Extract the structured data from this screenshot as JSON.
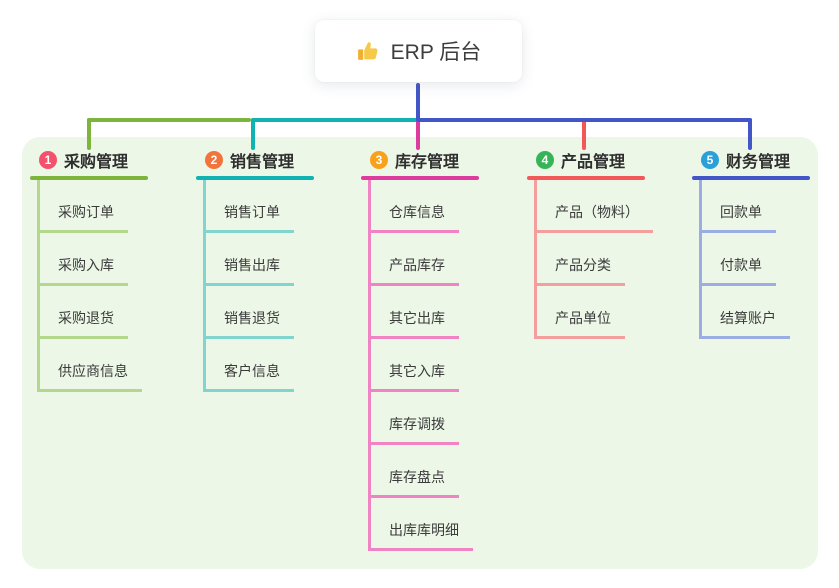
{
  "root": {
    "icon": "thumbs-up-icon",
    "label": "ERP 后台",
    "connector_color": "#4356c8"
  },
  "panel": {
    "background": "#ecf7e7"
  },
  "branches": [
    {
      "number": "1",
      "label": "采购管理",
      "badge_color": "#f4516c",
      "line_color": "#7cb43c",
      "child_line_color": "#b3d88c",
      "children": [
        "采购订单",
        "采购入库",
        "采购退货",
        "供应商信息"
      ]
    },
    {
      "number": "2",
      "label": "销售管理",
      "badge_color": "#f2733c",
      "line_color": "#10b3b1",
      "child_line_color": "#82d4cf",
      "children": [
        "销售订单",
        "销售出库",
        "销售退货",
        "客户信息"
      ]
    },
    {
      "number": "3",
      "label": "库存管理",
      "badge_color": "#f9a11b",
      "line_color": "#de3b9e",
      "child_line_color": "#ef83c3",
      "children": [
        "仓库信息",
        "产品库存",
        "其它出库",
        "其它入库",
        "库存调拨",
        "库存盘点",
        "出库库明细"
      ]
    },
    {
      "number": "4",
      "label": "产品管理",
      "badge_color": "#35b558",
      "line_color": "#f25858",
      "child_line_color": "#f59e9e",
      "children": [
        "产品（物料）",
        "产品分类",
        "产品单位"
      ]
    },
    {
      "number": "5",
      "label": "财务管理",
      "badge_color": "#2b9fd8",
      "line_color": "#4356c8",
      "child_line_color": "#9aaee4",
      "children": [
        "回款单",
        "付款单",
        "结算账户"
      ]
    }
  ]
}
